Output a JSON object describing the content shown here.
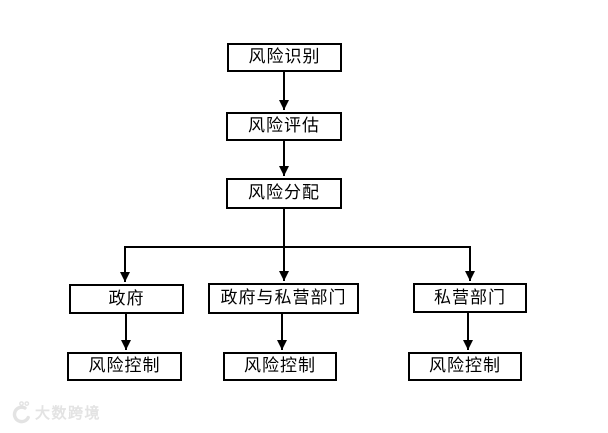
{
  "diagram": {
    "title": "risk-management-flowchart",
    "nodes": {
      "risk_identification": {
        "label": "风险识别"
      },
      "risk_assessment": {
        "label": "风险评估"
      },
      "risk_allocation": {
        "label": "风险分配"
      },
      "government": {
        "label": "政府"
      },
      "government_private": {
        "label": "政府与私营部门"
      },
      "private_sector": {
        "label": "私营部门"
      },
      "risk_control_gov": {
        "label": "风险控制"
      },
      "risk_control_mixed": {
        "label": "风险控制"
      },
      "risk_control_private": {
        "label": "风险控制"
      }
    },
    "edges": [
      {
        "from": "risk_identification",
        "to": "risk_assessment"
      },
      {
        "from": "risk_assessment",
        "to": "risk_allocation"
      },
      {
        "from": "risk_allocation",
        "to": "government"
      },
      {
        "from": "risk_allocation",
        "to": "government_private"
      },
      {
        "from": "risk_allocation",
        "to": "private_sector"
      },
      {
        "from": "government",
        "to": "risk_control_gov"
      },
      {
        "from": "government_private",
        "to": "risk_control_mixed"
      },
      {
        "from": "private_sector",
        "to": "risk_control_private"
      }
    ],
    "colors": {
      "line": "#000000",
      "box_border": "#000000",
      "box_fill": "#ffffff",
      "text": "#000000",
      "background": "#ffffff",
      "watermark": "#e3e3e3"
    }
  },
  "watermark": {
    "text": "大数跨境",
    "logo": "dashu-kuajing-logo"
  }
}
